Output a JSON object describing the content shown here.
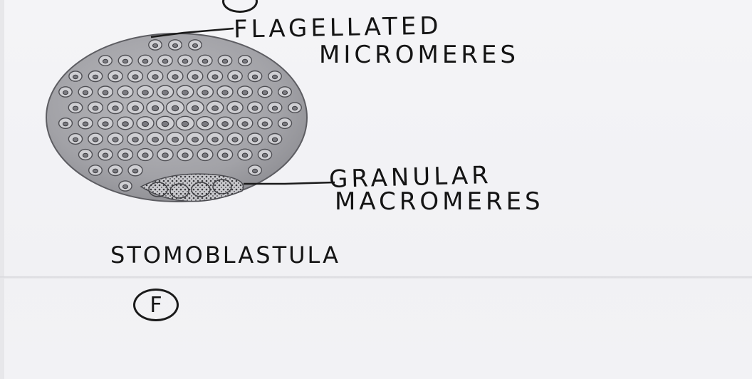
{
  "diagram": {
    "labels": {
      "flagellated_line1": "FLAGELLATED",
      "flagellated_line2": "MICROMERES",
      "granular_line1": "GRANULAR",
      "granular_line2": "MACROMERES"
    },
    "title": "STOMOBLASTULA",
    "figure_marker": "F"
  }
}
